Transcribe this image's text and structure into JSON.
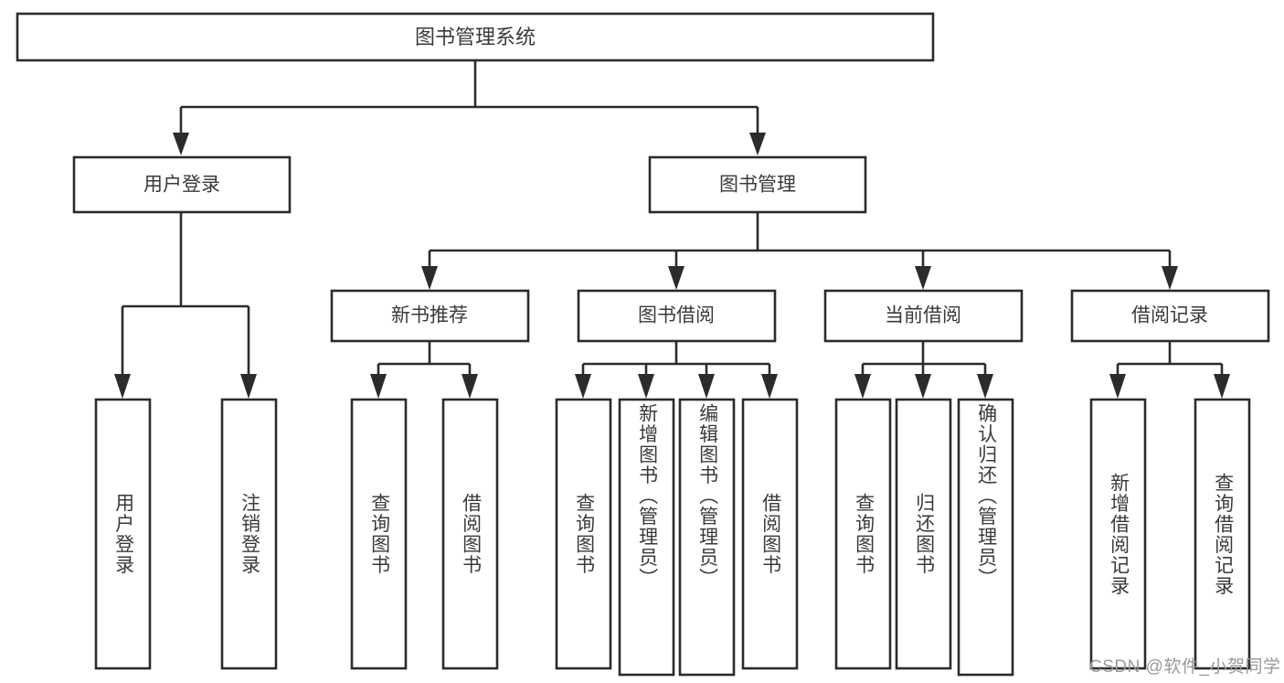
{
  "diagram": {
    "title": "图书管理系统",
    "type": "hierarchy-tree",
    "levels": 4,
    "root": {
      "id": "root",
      "label": "图书管理系统",
      "orientation": "horizontal"
    },
    "level2": [
      {
        "id": "user-login",
        "label": "用户登录",
        "orientation": "horizontal"
      },
      {
        "id": "book-management",
        "label": "图书管理",
        "orientation": "horizontal"
      }
    ],
    "level3": [
      {
        "id": "new-book-recommend",
        "label": "新书推荐",
        "orientation": "horizontal",
        "parent": "book-management"
      },
      {
        "id": "book-borrow",
        "label": "图书借阅",
        "orientation": "horizontal",
        "parent": "book-management"
      },
      {
        "id": "current-borrow",
        "label": "当前借阅",
        "orientation": "horizontal",
        "parent": "book-management"
      },
      {
        "id": "borrow-record",
        "label": "借阅记录",
        "orientation": "horizontal",
        "parent": "book-management"
      }
    ],
    "leaves": [
      {
        "id": "leaf-user-login",
        "label": "用户登录",
        "orientation": "vertical",
        "parent": "user-login"
      },
      {
        "id": "leaf-logout-login",
        "label": "注销登录",
        "orientation": "vertical",
        "parent": "user-login"
      },
      {
        "id": "leaf-query-book-1",
        "label": "查询图书",
        "orientation": "vertical",
        "parent": "new-book-recommend"
      },
      {
        "id": "leaf-borrow-book-1",
        "label": "借阅图书",
        "orientation": "vertical",
        "parent": "new-book-recommend"
      },
      {
        "id": "leaf-query-book-2",
        "label": "查询图书",
        "orientation": "vertical",
        "parent": "book-borrow"
      },
      {
        "id": "leaf-add-book",
        "label": "新增图书（管理员）",
        "orientation": "vertical",
        "parent": "book-borrow"
      },
      {
        "id": "leaf-edit-book",
        "label": "编辑图书（管理员）",
        "orientation": "vertical",
        "parent": "book-borrow"
      },
      {
        "id": "leaf-borrow-book-2",
        "label": "借阅图书",
        "orientation": "vertical",
        "parent": "book-borrow"
      },
      {
        "id": "leaf-query-book-3",
        "label": "查询图书",
        "orientation": "vertical",
        "parent": "current-borrow"
      },
      {
        "id": "leaf-return-book",
        "label": "归还图书",
        "orientation": "vertical",
        "parent": "current-borrow"
      },
      {
        "id": "leaf-confirm-return",
        "label": "确认归还（管理员）",
        "orientation": "vertical",
        "parent": "current-borrow"
      },
      {
        "id": "leaf-add-record",
        "label": "新增借阅记录",
        "orientation": "vertical",
        "parent": "borrow-record"
      },
      {
        "id": "leaf-query-record",
        "label": "查询借阅记录",
        "orientation": "vertical",
        "parent": "borrow-record"
      }
    ]
  },
  "watermark": {
    "text": "CSDN @软件_小贺同学"
  },
  "colors": {
    "stroke": "#2b2b2b",
    "box_fill": "#ffffff",
    "text": "#3a3a3a",
    "background": "#ffffff",
    "watermark": "#9a9a9a"
  }
}
